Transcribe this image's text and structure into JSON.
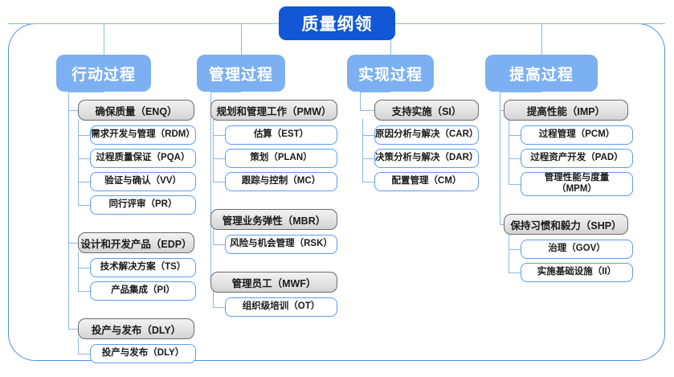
{
  "diagram": {
    "root": {
      "label": "质量纲领"
    },
    "colors": {
      "root_bg": "#1257d6",
      "column_header_bg": "#7cb0f2",
      "group_border": "#6b6b6b",
      "leaf_border": "#5b9bf0",
      "frame_border": "#4a90e8",
      "connector": "#8bb8ee"
    },
    "columns": [
      {
        "header": "行动过程",
        "groups": [
          {
            "label": "确保质量（ENQ）",
            "children": [
              "需求开发与管理（RDM）",
              "过程质量保证（PQA）",
              "验证与确认（VV）",
              "同行评审（PR）"
            ]
          },
          {
            "label": "设计和开发产品（EDP）",
            "children": [
              "技术解决方案（TS）",
              "产品集成（PI）"
            ]
          },
          {
            "label": "投产与发布（DLY）",
            "children": [
              "投产与发布（DLY）"
            ]
          }
        ]
      },
      {
        "header": "管理过程",
        "groups": [
          {
            "label": "规划和管理工作（PMW）",
            "children": [
              "估算（EST）",
              "策划（PLAN）",
              "跟踪与控制（MC）"
            ]
          },
          {
            "label": "管理业务弹性（MBR）",
            "children": [
              "风险与机会管理（RSK）"
            ]
          },
          {
            "label": "管理员工（MWF）",
            "children": [
              "组织级培训（OT）"
            ]
          }
        ]
      },
      {
        "header": "实现过程",
        "groups": [
          {
            "label": "支持实施（SI）",
            "children": [
              "原因分析与解决（CAR）",
              "决策分析与解决（DAR）",
              "配置管理（CM）"
            ]
          }
        ]
      },
      {
        "header": "提高过程",
        "groups": [
          {
            "label": "提高性能（IMP）",
            "children": [
              "过程管理（PCM）",
              "过程资产开发（PAD）",
              "管理性能与度量\n（MPM）"
            ]
          },
          {
            "label": "保持习惯和毅力（SHP）",
            "children": [
              "治理（GOV）",
              "实施基础设施（II）"
            ]
          }
        ]
      }
    ]
  }
}
